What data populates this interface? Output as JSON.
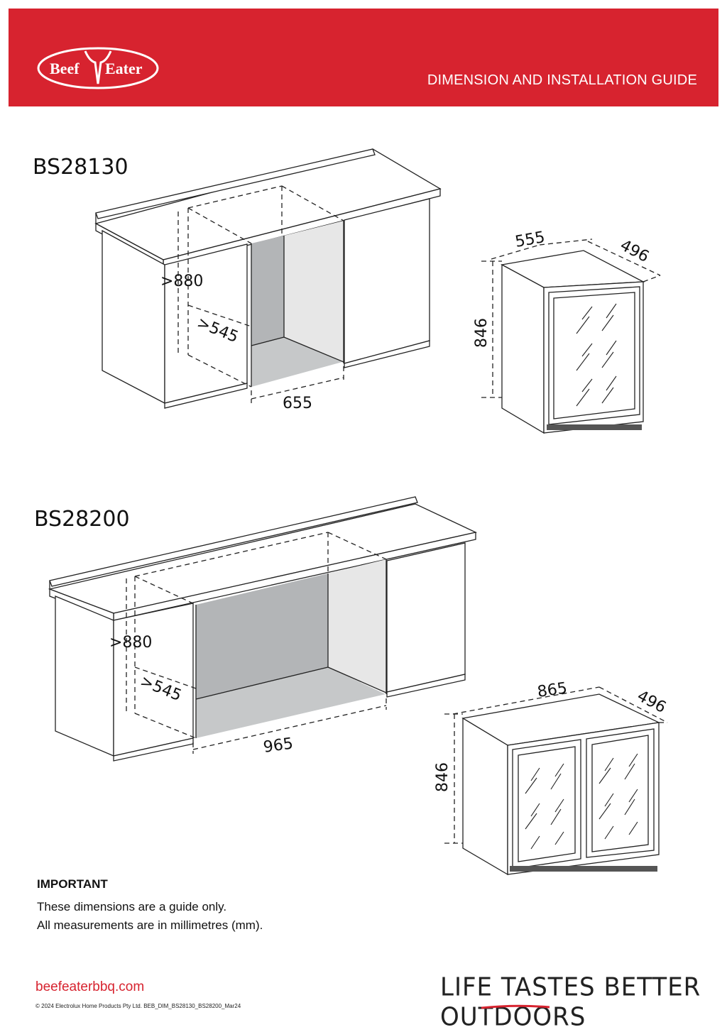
{
  "brand": {
    "logo_text": "Beef Eater",
    "primary_color": "#d7232f"
  },
  "header": {
    "title": "DIMENSION AND INSTALLATION GUIDE"
  },
  "models": [
    {
      "name": "BS28130",
      "cavity": {
        "height": ">880",
        "depth": ">545",
        "width": "655"
      },
      "unit": {
        "width": "555",
        "depth": "496",
        "height": "846"
      }
    },
    {
      "name": "BS28200",
      "cavity": {
        "height": ">880",
        "depth": ">545",
        "width": "965"
      },
      "unit": {
        "width": "865",
        "depth": "496",
        "height": "846"
      }
    }
  ],
  "notes": {
    "heading": "IMPORTANT",
    "line1": "These dimensions are a guide only.",
    "line2": "All measurements are in millimetres (mm)."
  },
  "footer": {
    "website": "beefeaterbbq.com",
    "copyright": "© 2024 Electrolux Home Products Pty Ltd.  BEB_DIM_BS28130_BS28200_Mar24",
    "tagline_a": "LIFE ",
    "tagline_b": "TASTES",
    "tagline_c": " BETTER OUTDOORS"
  }
}
